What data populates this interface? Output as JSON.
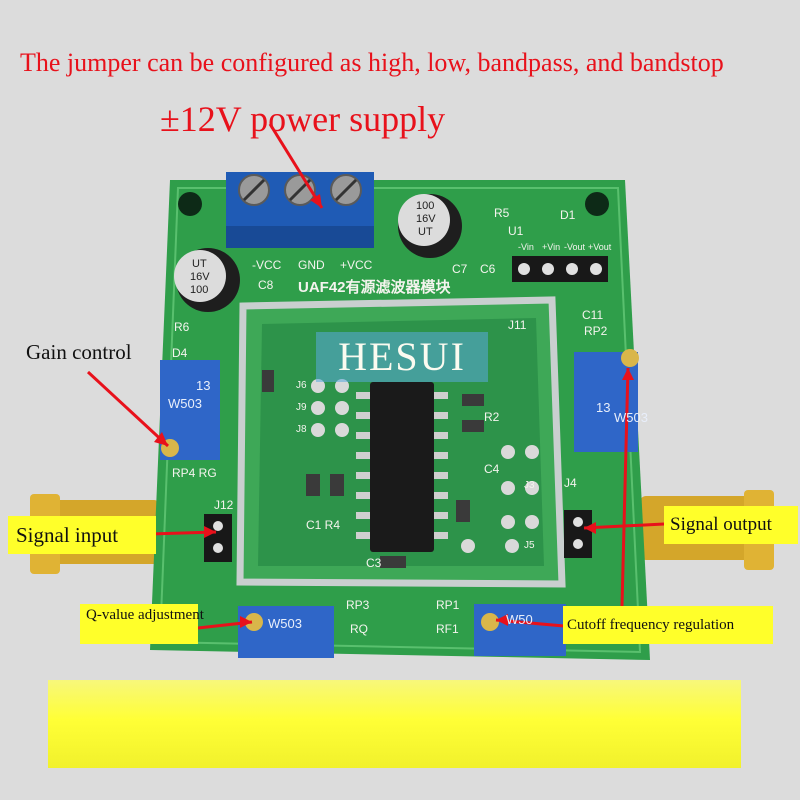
{
  "annotations": {
    "banner": "The jumper can be configured as high, low, bandpass, and bandstop",
    "power_supply": "±12V power supply",
    "gain_control": "Gain control",
    "signal_input": "Signal input",
    "signal_output": "Signal output",
    "q_value": "Q-value adjustment",
    "cutoff": "Cutoff frequency regulation"
  },
  "watermark": "HESUI",
  "board": {
    "title": "UAF42有源滤波器模块",
    "silkscreen": {
      "vcc_neg": "-VCC",
      "gnd": "GND",
      "vcc_pos": "+VCC",
      "c8": "C8",
      "c7": "C7",
      "c6": "C6",
      "r5": "R5",
      "d1": "D1",
      "u1": "U1",
      "r6": "R6",
      "d4": "D4",
      "rp4rg": "RP4 RG",
      "j12": "J12",
      "j11": "J11",
      "c1r4": "C1 R4",
      "c3": "C3",
      "r2": "R2",
      "c4": "C4",
      "j4": "J4",
      "c11": "C11",
      "rp2": "RP2",
      "rp3": "RP3",
      "rq": "RQ",
      "rp1": "RP1",
      "rf1": "RF1",
      "j8": "J8",
      "j9": "J9",
      "j6": "J6",
      "j5": "J5",
      "j3": "J3",
      "pin_vin_neg": "-Vin",
      "pin_vin_pos": "+Vin",
      "pin_vout_neg": "-Vout",
      "pin_vout_pos": "+Vout"
    },
    "capacitor_left": [
      "100",
      "16V",
      "UT"
    ],
    "capacitor_right": [
      "100",
      "16V",
      "UT"
    ],
    "pot_left": [
      "W503",
      "13"
    ],
    "pot_right": [
      "13",
      "W503"
    ],
    "pot_bottom_left": "W503",
    "pot_bottom_right": "W50"
  },
  "colors": {
    "annotation_red": "#e8111b",
    "callout_yellow": "#ffff2a",
    "pcb_green": "#2f9e4a",
    "terminal_blue": "#1f5bb5",
    "pot_blue": "#2f66c8"
  }
}
